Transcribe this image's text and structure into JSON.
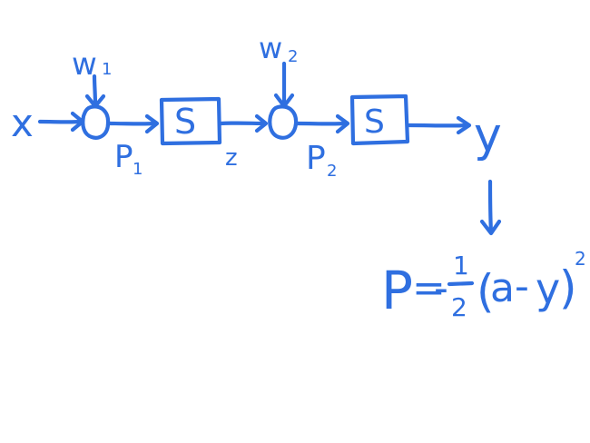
{
  "diagram": {
    "ink_color": "#2f6fe0",
    "background": "#ffffff",
    "labels": {
      "input": "x",
      "weight1": "w",
      "weight1_sub": "1",
      "preact1": "P",
      "preact1_sub": "1",
      "block1": "S",
      "hidden": "z",
      "weight2": "w",
      "weight2_sub": "2",
      "preact2": "P",
      "preact2_sub": "2",
      "block2": "S",
      "output": "y"
    },
    "formula": {
      "lhs": "P",
      "equals": "=",
      "minus": "-",
      "frac_num": "1",
      "frac_den": "2",
      "paren_open": "(",
      "a": "a",
      "dash": "-",
      "y": "y",
      "paren_close": ")",
      "exponent": "2"
    },
    "nodes": [
      {
        "id": "sum-node-1",
        "shape": "circle"
      },
      {
        "id": "sigmoid-block-1",
        "shape": "box"
      },
      {
        "id": "sum-node-2",
        "shape": "circle"
      },
      {
        "id": "sigmoid-block-2",
        "shape": "box"
      }
    ]
  }
}
